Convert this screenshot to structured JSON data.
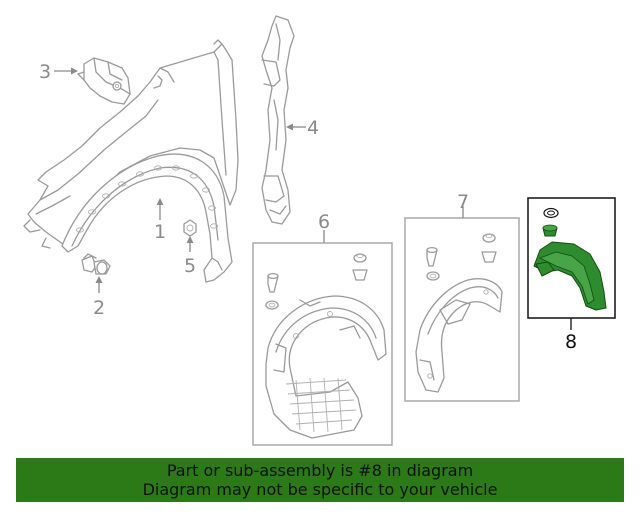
{
  "callouts": {
    "c1": "1",
    "c2": "2",
    "c3": "3",
    "c4": "4",
    "c5": "5",
    "c6": "6",
    "c7": "7",
    "c8": "8"
  },
  "highlight": {
    "part_number": "8",
    "color": "#2e8b2e"
  },
  "banner": {
    "line1": "Part or sub-assembly is #8 in diagram",
    "line2": "Diagram may not be specific to your vehicle",
    "background": "#2c7a17"
  }
}
